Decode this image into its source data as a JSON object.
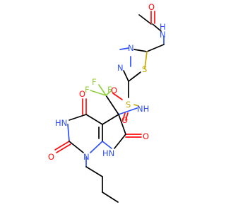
{
  "atoms": {
    "acetyl_o": "O",
    "amide_nh": "N",
    "amide_h": "H",
    "td_n3": "N",
    "td_n4": "N",
    "td_s": "S",
    "sulfonyl_s": "S",
    "sulfonyl_o1": "O",
    "sulfonyl_o2": "O",
    "sulf_nh": "NH",
    "f1": "F",
    "f2": "F",
    "f3": "F",
    "o4": "O",
    "n3h": "HN",
    "o2": "O",
    "n1": "N",
    "o6": "O",
    "n7h": "HN"
  },
  "colors": {
    "carbon": "#000000",
    "nitrogen": "#3050F8",
    "oxygen": "#FF0D0D",
    "sulfur": "#C8A800",
    "fluorine": "#90D040"
  }
}
